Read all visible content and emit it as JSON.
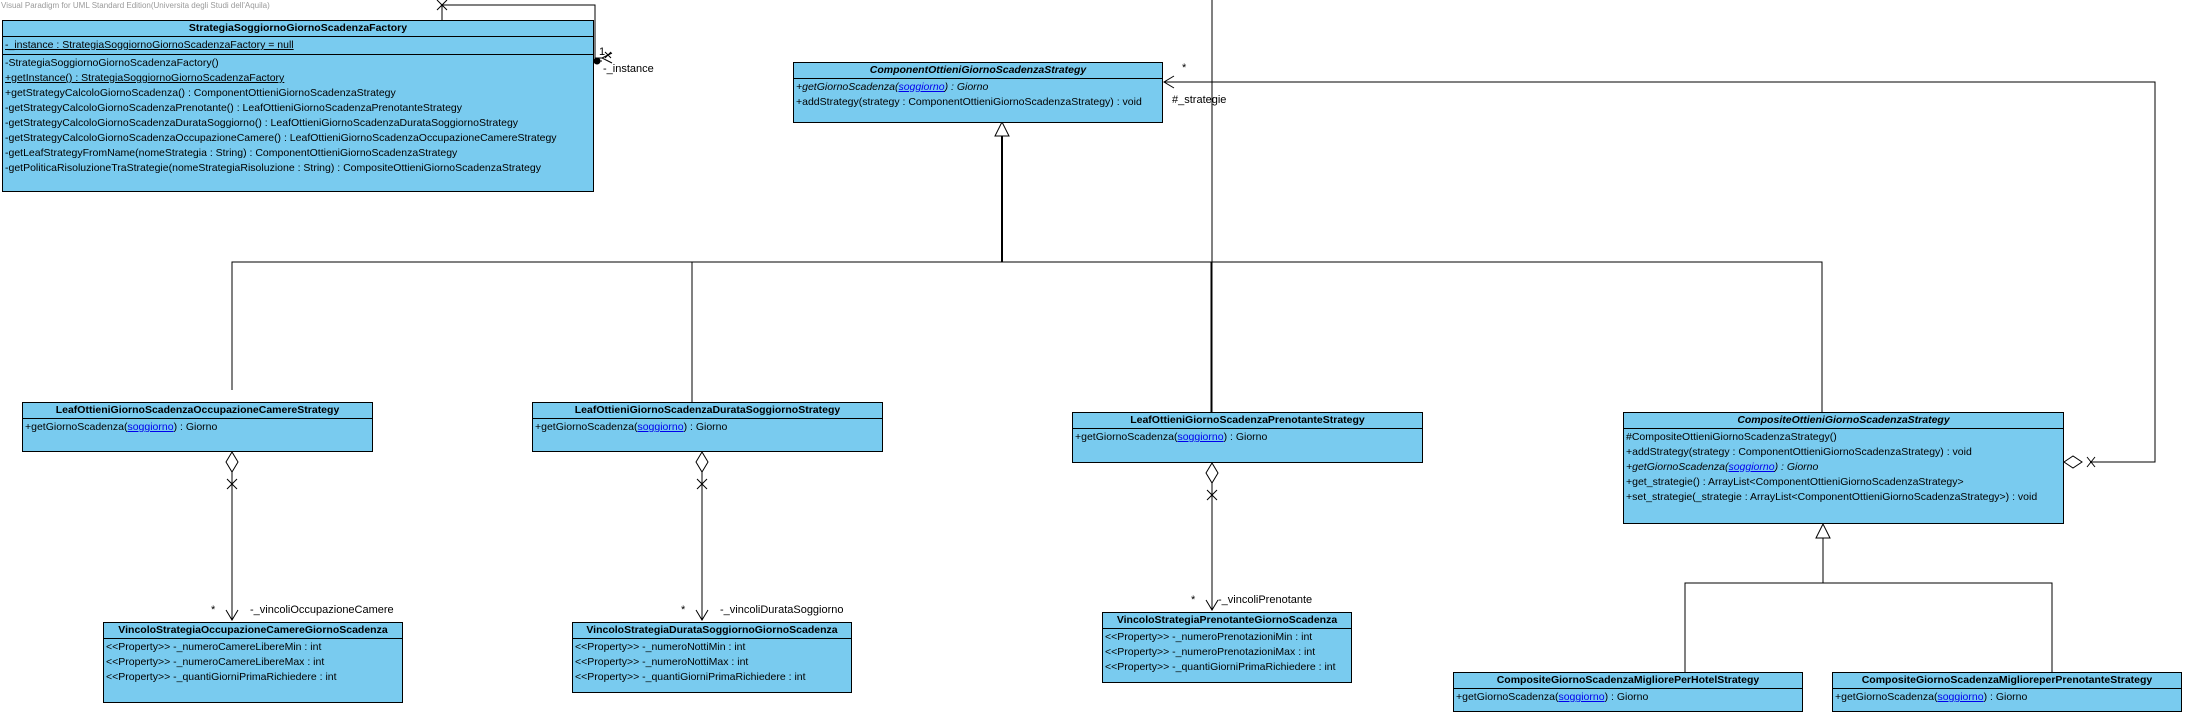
{
  "watermark": "Visual Paradigm for UML Standard Edition(Universita degli Studi dell'Aquila)",
  "classes": {
    "factory": {
      "name": "StrategiaSoggiornoGiornoScadenzaFactory",
      "attributes": [
        "-_instance : StrategiaSoggiornoGiornoScadenzaFactory = null"
      ],
      "operations": [
        "-StrategiaSoggiornoGiornoScadenzaFactory()",
        "+getInstance() : StrategiaSoggiornoGiornoScadenzaFactory",
        "+getStrategyCalcoloGiornoScadenza() : ComponentOttieniGiornoScadenzaStrategy",
        "-getStrategyCalcoloGiornoScadenzaPrenotante() : LeafOttieniGiornoScadenzaPrenotanteStrategy",
        "-getStrategyCalcoloGiornoScadenzaDurataSoggiorno() : LeafOttieniGiornoScadenzaDurataSoggiornoStrategy",
        "-getStrategyCalcoloGiornoScadenzaOccupazioneCamere() : LeafOttieniGiornoScadenzaOccupazioneCamereStrategy",
        "-getLeafStrategyFromName(nomeStrategia : String) : ComponentOttieniGiornoScadenzaStrategy",
        "-getPoliticaRisoluzioneTraStrategie(nomeStrategiaRisoluzione : String) : CompositeOttieniGiornoScadenzaStrategy"
      ]
    },
    "component": {
      "name": "ComponentOttieniGiornoScadenzaStrategy",
      "op1_pre": "+getGiornoScadenza(",
      "op1_link": "soggiorno",
      "op1_post": ") : Giorno",
      "op2": "+addStrategy(strategy : ComponentOttieniGiornoScadenzaStrategy) : void"
    },
    "leaf_occupazione": {
      "name": "LeafOttieniGiornoScadenzaOccupazioneCamereStrategy",
      "op_pre": "+getGiornoScadenza(",
      "op_link": "soggiorno",
      "op_post": ") : Giorno"
    },
    "leaf_durata": {
      "name": "LeafOttieniGiornoScadenzaDurataSoggiornoStrategy",
      "op_pre": "+getGiornoScadenza(",
      "op_link": "soggiorno",
      "op_post": ") : Giorno"
    },
    "leaf_prenotante": {
      "name": "LeafOttieniGiornoScadenzaPrenotanteStrategy",
      "op_pre": "+getGiornoScadenza(",
      "op_link": "soggiorno",
      "op_post": ") : Giorno"
    },
    "composite": {
      "name": "CompositeOttieniGiornoScadenzaStrategy",
      "op1": "#CompositeOttieniGiornoScadenzaStrategy()",
      "op2": "+addStrategy(strategy : ComponentOttieniGiornoScadenzaStrategy) : void",
      "op3_pre": "+getGiornoScadenza(",
      "op3_link": "soggiorno",
      "op3_post": ") : Giorno",
      "op4": "+get_strategie() : ArrayList<ComponentOttieniGiornoScadenzaStrategy>",
      "op5": "+set_strategie(_strategie : ArrayList<ComponentOttieniGiornoScadenzaStrategy>) : void"
    },
    "vincolo_occupazione": {
      "name": "VincoloStrategiaOccupazioneCamereGiornoScadenza",
      "attributes": [
        "<<Property>> -_numeroCamereLibereMin : int",
        "<<Property>> -_numeroCamereLibereMax : int",
        "<<Property>> -_quantiGiorniPrimaRichiedere : int"
      ]
    },
    "vincolo_durata": {
      "name": "VincoloStrategiaDurataSoggiornoGiornoScadenza",
      "attributes": [
        "<<Property>> -_numeroNottiMin : int",
        "<<Property>> -_numeroNottiMax : int",
        "<<Property>> -_quantiGiorniPrimaRichiedere : int"
      ]
    },
    "vincolo_prenotante": {
      "name": "VincoloStrategiaPrenotanteGiornoScadenza",
      "attributes": [
        "<<Property>> -_numeroPrenotazioniMin : int",
        "<<Property>> -_numeroPrenotazioniMax : int",
        "<<Property>> -_quantiGiorniPrimaRichiedere : int"
      ]
    },
    "hotel": {
      "name": "CompositeGiornoScadenzaMigliorePerHotelStrategy",
      "op_pre": "+getGiornoScadenza(",
      "op_link": "soggiorno",
      "op_post": ") : Giorno"
    },
    "prenotante_composite": {
      "name": "CompositeGiornoScadenzaMiglioreperPrenotanteStrategy",
      "op_pre": "+getGiornoScadenza(",
      "op_link": "soggiorno",
      "op_post": ") : Giorno"
    }
  },
  "edge_labels": {
    "self_mult": "1",
    "self_role": "-_instance",
    "strategie_mult": "*",
    "strategie_role": "#_strategie",
    "vinc_occ_mult": "*",
    "vinc_occ_role": "-_vincoliOccupazioneCamere",
    "vinc_dur_mult": "*",
    "vinc_dur_role": "-_vincoliDurataSoggiorno",
    "vinc_pren_mult": "*",
    "vinc_pren_role": "-_vincoliPrenotante"
  }
}
